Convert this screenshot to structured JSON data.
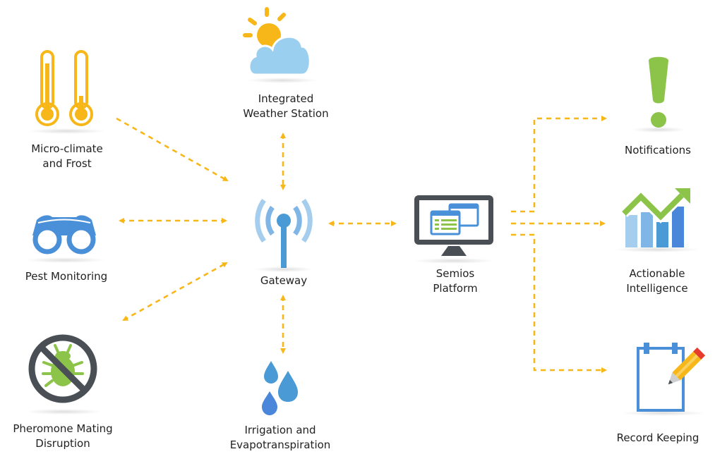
{
  "colors": {
    "arrow": "#f7b718",
    "thermo": "#f7b718",
    "sun": "#f7b718",
    "cloud": "#9bcfef",
    "blue": "#4a90d9",
    "blue_light": "#a4cdee",
    "blue_mid": "#7fb6e6",
    "green": "#8cc44a",
    "dark": "#4a4f55",
    "pencil_tip": "#e63b2e"
  },
  "nodes": {
    "microclimate": {
      "label_line1": "Micro-climate",
      "label_line2": "and Frost",
      "icon": "thermometer-icon"
    },
    "weather": {
      "label_line1": "Integrated",
      "label_line2": "Weather Station",
      "icon": "weather-icon"
    },
    "pest": {
      "label_line1": "Pest Monitoring",
      "icon": "binoculars-icon"
    },
    "pheromone": {
      "label_line1": "Pheromone Mating",
      "label_line2": "Disruption",
      "icon": "no-bug-icon"
    },
    "gateway": {
      "label_line1": "Gateway",
      "icon": "antenna-icon"
    },
    "irrigation": {
      "label_line1": "Irrigation and",
      "label_line2": "Evapotranspiration",
      "icon": "water-drops-icon"
    },
    "platform": {
      "label_line1": "Semios",
      "label_line2": "Platform",
      "icon": "monitor-icon"
    },
    "notifications": {
      "label_line1": "Notifications",
      "icon": "exclamation-icon"
    },
    "intelligence": {
      "label_line1": "Actionable",
      "label_line2": "Intelligence",
      "icon": "chart-growth-icon"
    },
    "records": {
      "label_line1": "Record Keeping",
      "icon": "notepad-pencil-icon"
    }
  },
  "connections": [
    {
      "from": "microclimate",
      "to": "gateway",
      "direction": "one-way"
    },
    {
      "from": "pest",
      "to": "gateway",
      "direction": "two-way"
    },
    {
      "from": "pheromone",
      "to": "gateway",
      "direction": "two-way"
    },
    {
      "from": "weather",
      "to": "gateway",
      "direction": "two-way"
    },
    {
      "from": "irrigation",
      "to": "gateway",
      "direction": "two-way"
    },
    {
      "from": "gateway",
      "to": "platform",
      "direction": "two-way"
    },
    {
      "from": "platform",
      "to": "notifications",
      "direction": "one-way"
    },
    {
      "from": "platform",
      "to": "intelligence",
      "direction": "one-way"
    },
    {
      "from": "platform",
      "to": "records",
      "direction": "one-way"
    }
  ]
}
